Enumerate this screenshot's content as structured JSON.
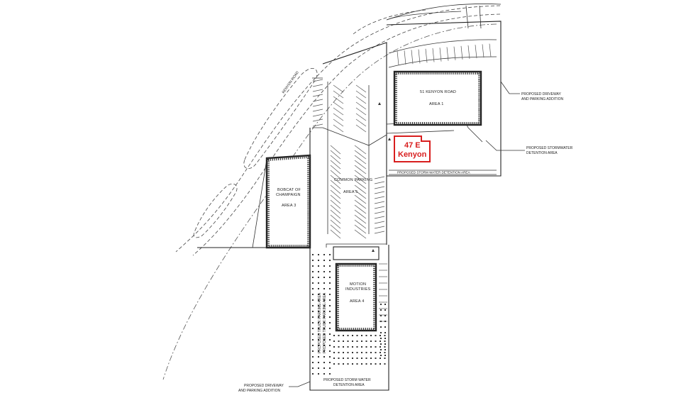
{
  "plan": {
    "road_label": "KENYON ROAD",
    "areas": [
      {
        "id": "area1",
        "name": "51 KENYON ROAD",
        "area": "AREA 1"
      },
      {
        "id": "area3",
        "name_line1": "BOBCAT OF",
        "name_line2": "CHAMPAIGN",
        "area": "AREA 3"
      },
      {
        "id": "area5",
        "name": "COMMON PARKING",
        "area": "AREA 5"
      },
      {
        "id": "area4",
        "name_line1": "MOTION",
        "name_line2": "INDUSTRIES",
        "area": "AREA 4"
      }
    ],
    "notes": {
      "driveway_ne_line1": "PROPOSED DRIVEWAY",
      "driveway_ne_line2": "AND PARKING ADDITION",
      "storm_e_line1": "PROPOSED STORMWATER",
      "storm_e_line2": "DETENTION AREA",
      "storm_strip": "PROPOSED STORM WATER DETENTION AREA",
      "storm_s_line1": "PROPOSED STORM WATER",
      "storm_s_line2": "DETENTION AREA",
      "driveway_sw_line1": "PROPOSED DRIVEWAY",
      "driveway_sw_line2": "AND PARKING ADDITION",
      "vertical_1": "PROPOSED TRUCK PARKING AREA",
      "vertical_2": "PROPOSED TRUCK PARKING AREA"
    },
    "highlight": {
      "line1": "47 E",
      "line2": "Kenyon",
      "color": "#d81e1e"
    }
  }
}
